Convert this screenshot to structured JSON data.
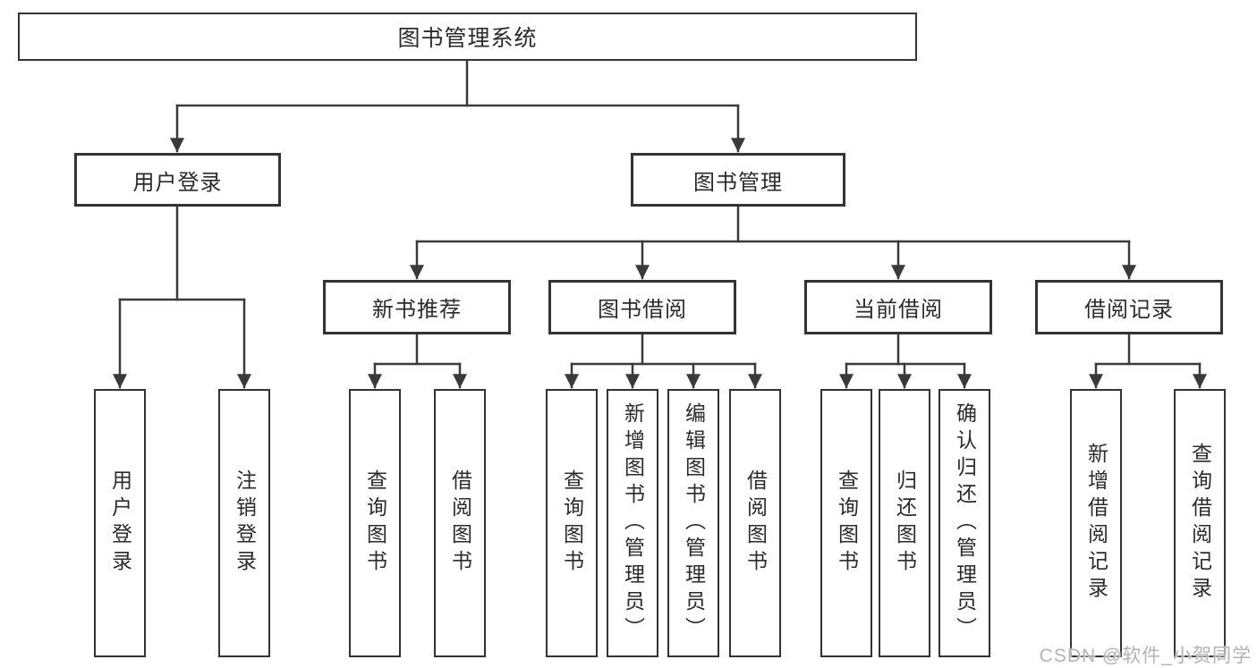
{
  "colors": {
    "line": "#3a3a3a",
    "box_border": "#333333",
    "box_fill": "#ffffff",
    "text": "#2b2b2b",
    "watermark": "#b3b3b3"
  },
  "diagram": {
    "root": {
      "label": "图书管理系统"
    },
    "level2": [
      {
        "label": "用户登录"
      },
      {
        "label": "图书管理"
      }
    ],
    "level3": [
      {
        "label": "新书推荐"
      },
      {
        "label": "图书借阅"
      },
      {
        "label": "当前借阅"
      },
      {
        "label": "借阅记录"
      }
    ],
    "leaves": {
      "user_login": [
        "用户登录",
        "注销登录"
      ],
      "new_books": [
        "查询图书",
        "借阅图书"
      ],
      "book_borrow": [
        "查询图书",
        "新增图书（管理员）",
        "编辑图书（管理员）",
        "借阅图书"
      ],
      "current_borrow": [
        "查询图书",
        "归还图书",
        "确认归还（管理员）"
      ],
      "borrow_records": [
        "新增借阅记录",
        "查询借阅记录"
      ]
    }
  },
  "watermark": {
    "text": "CSDN @软件_小贺同学"
  }
}
